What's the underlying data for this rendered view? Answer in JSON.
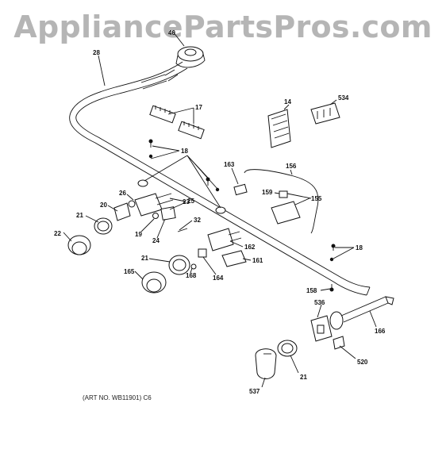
{
  "watermark": "AppliancePartsPros.com",
  "art_number": "(ART NO. WB11901) C6",
  "callouts": [
    "40",
    "28",
    "17",
    "14",
    "534",
    "18",
    "163",
    "156",
    "26",
    "25",
    "159",
    "155",
    "21",
    "20",
    "23",
    "32",
    "22",
    "19",
    "24",
    "162",
    "161",
    "165",
    "168",
    "164",
    "158",
    "536",
    "166",
    "520",
    "537"
  ]
}
